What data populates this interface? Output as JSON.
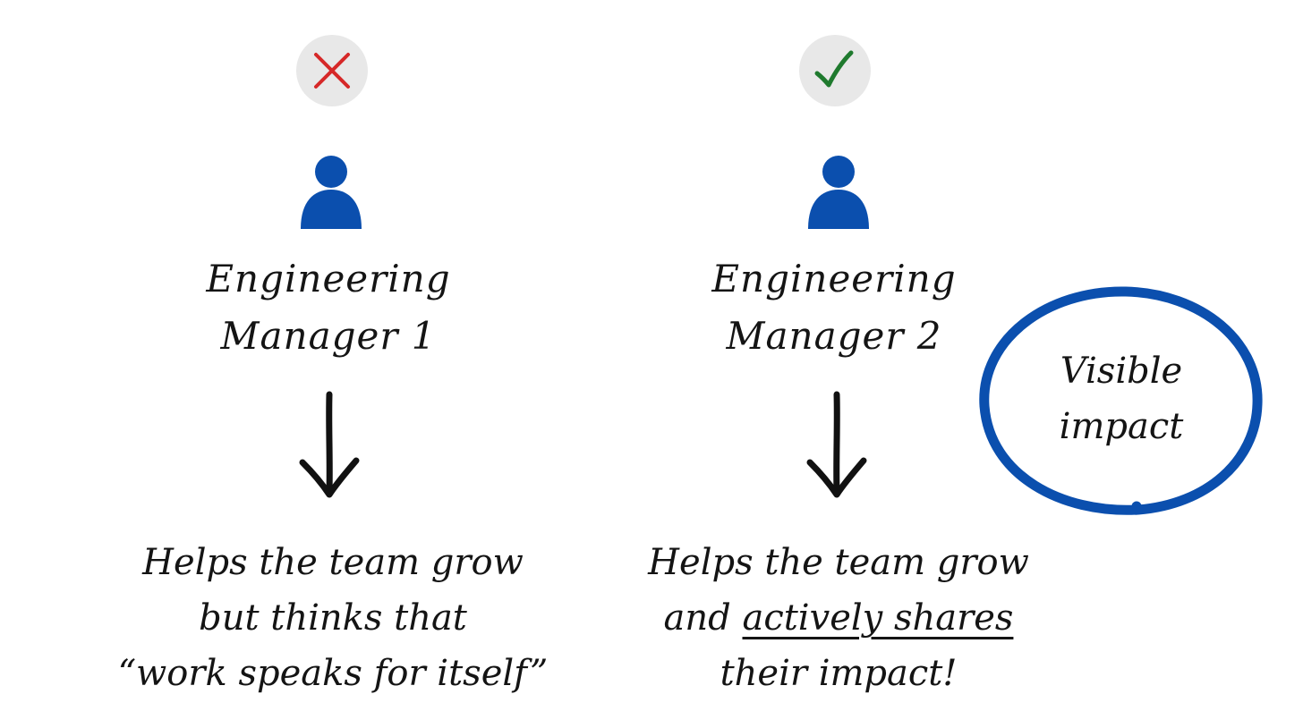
{
  "colors": {
    "cross": "#d62828",
    "check": "#1f7a2e",
    "person": "#0b4fae",
    "circle": "#0b4fae",
    "badge_bg": "#e8e8e8",
    "text": "#141414"
  },
  "left": {
    "badge_icon": "cross-icon",
    "person_icon": "person-icon",
    "title": [
      "Engineering",
      "Manager 1"
    ],
    "arrow_icon": "down-arrow-icon",
    "description": [
      "Helps the team grow",
      "but thinks that",
      "“work speaks for itself”"
    ]
  },
  "right": {
    "badge_icon": "check-icon",
    "person_icon": "person-icon",
    "title": [
      "Engineering",
      "Manager 2"
    ],
    "arrow_icon": "down-arrow-icon",
    "description": {
      "line1": "Helps the team grow",
      "line2_prefix": "and ",
      "line2_emphasis": "actively shares",
      "line3": "their impact!"
    }
  },
  "callout": {
    "lines": [
      "Visible",
      "impact"
    ]
  }
}
